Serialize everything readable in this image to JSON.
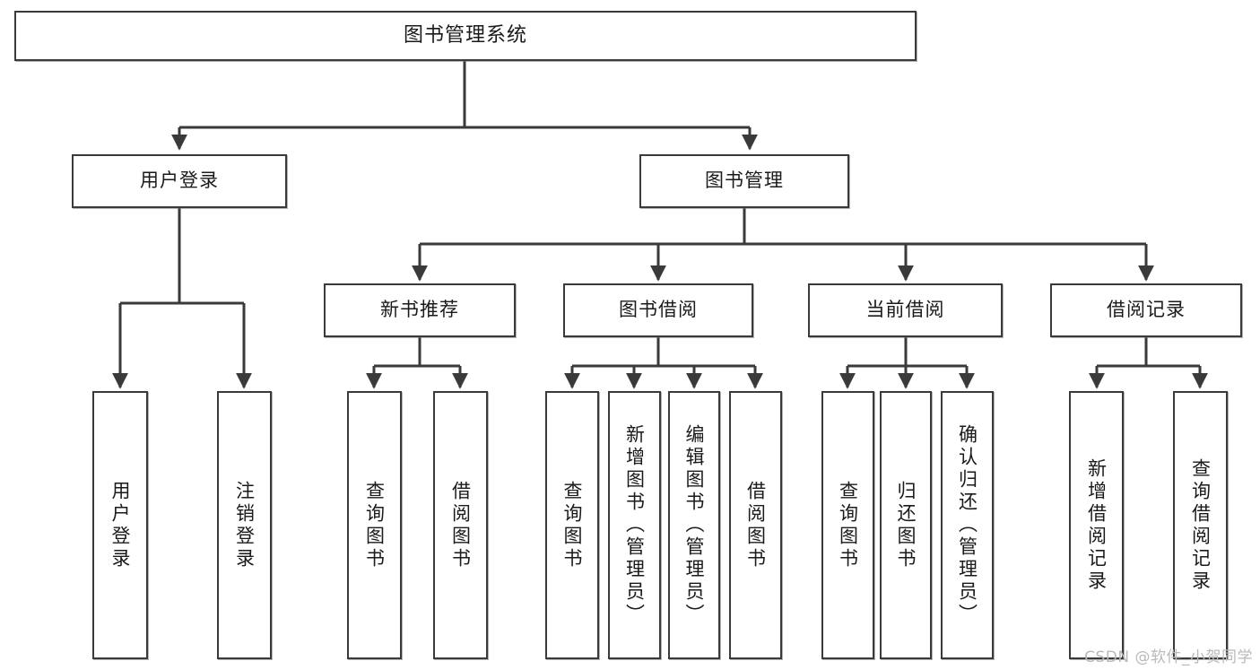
{
  "diagram": {
    "kind": "functional-structure-tree",
    "root": {
      "label": "图书管理系统"
    },
    "level2": [
      {
        "label": "用户登录"
      },
      {
        "label": "图书管理"
      }
    ],
    "level3": [
      {
        "label": "新书推荐"
      },
      {
        "label": "图书借阅"
      },
      {
        "label": "当前借阅"
      },
      {
        "label": "借阅记录"
      }
    ],
    "leaves": {
      "user_login": [
        {
          "label": "用户登录"
        },
        {
          "label": "注销登录"
        }
      ],
      "new_book_recommend": [
        {
          "label": "查询图书"
        },
        {
          "label": "借阅图书"
        }
      ],
      "book_borrow": [
        {
          "label": "查询图书"
        },
        {
          "label": "新增图书（管理员）"
        },
        {
          "label": "编辑图书（管理员）"
        },
        {
          "label": "借阅图书"
        }
      ],
      "current_borrow": [
        {
          "label": "查询图书"
        },
        {
          "label": "归还图书"
        },
        {
          "label": "确认归还（管理员）"
        }
      ],
      "borrow_record": [
        {
          "label": "新增借阅记录"
        },
        {
          "label": "查询借阅记录"
        }
      ]
    }
  },
  "watermark": {
    "text": "CSDN @软件_小贺同学"
  },
  "colors": {
    "stroke": "#3a3a3a",
    "fill": "#ffffff",
    "text": "#1a1a1a",
    "watermark": "#b9b9b9"
  }
}
